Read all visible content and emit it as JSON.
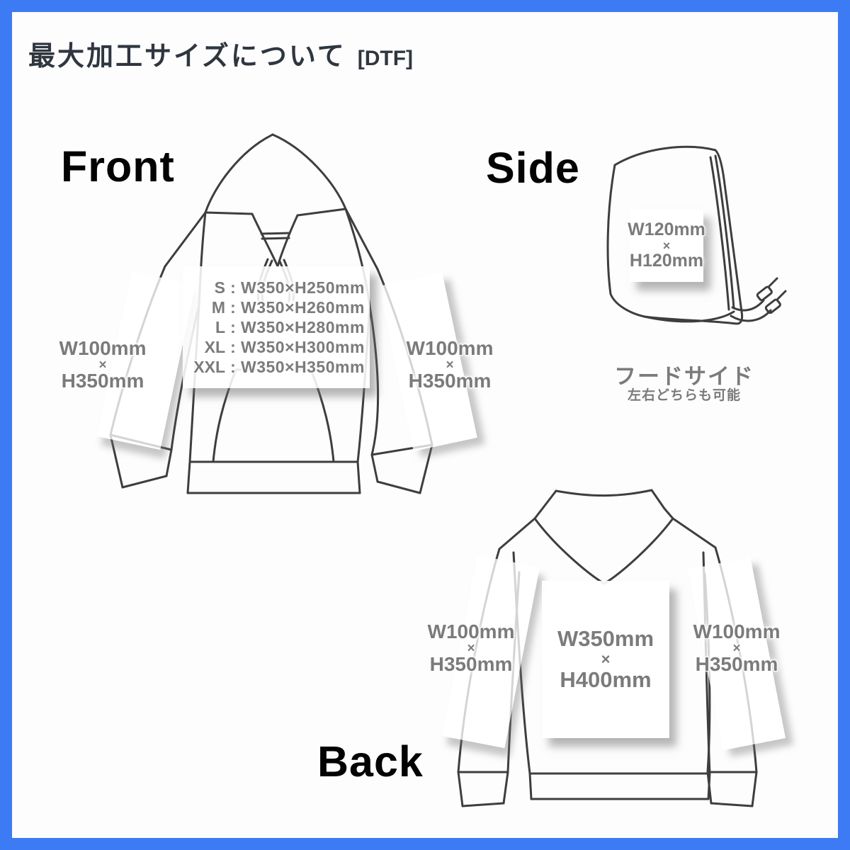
{
  "header": {
    "title": "最大加工サイズについて",
    "tag": "[DTF]"
  },
  "front": {
    "label": "Front",
    "size_table": [
      {
        "size": "S",
        "colon": ":",
        "dims": "W350×H250mm"
      },
      {
        "size": "M",
        "colon": ":",
        "dims": "W350×H260mm"
      },
      {
        "size": "L",
        "colon": ":",
        "dims": "W350×H280mm"
      },
      {
        "size": "XL",
        "colon": ":",
        "dims": "W350×H300mm"
      },
      {
        "size": "XXL",
        "colon": ":",
        "dims": "W350×H350mm"
      }
    ],
    "left_sleeve": {
      "width": "W100mm",
      "times": "×",
      "height": "H350mm"
    },
    "right_sleeve": {
      "width": "W100mm",
      "times": "×",
      "height": "H350mm"
    }
  },
  "side": {
    "label": "Side",
    "hood_patch": {
      "width": "W120mm",
      "times": "×",
      "height": "H120mm"
    },
    "caption": "フードサイド",
    "note": "左右どちらも可能"
  },
  "back": {
    "label": "Back",
    "body_patch": {
      "width": "W350mm",
      "times": "×",
      "height": "H400mm"
    },
    "left_sleeve": {
      "width": "W100mm",
      "times": "×",
      "height": "H350mm"
    },
    "right_sleeve": {
      "width": "W100mm",
      "times": "×",
      "height": "H350mm"
    }
  },
  "colors": {
    "accent_border": "#3C7BF4",
    "line_art": "#3E3E3E",
    "measure_text": "#7B7B7B",
    "title_text": "#2F3640",
    "heading_text": "#030303"
  }
}
